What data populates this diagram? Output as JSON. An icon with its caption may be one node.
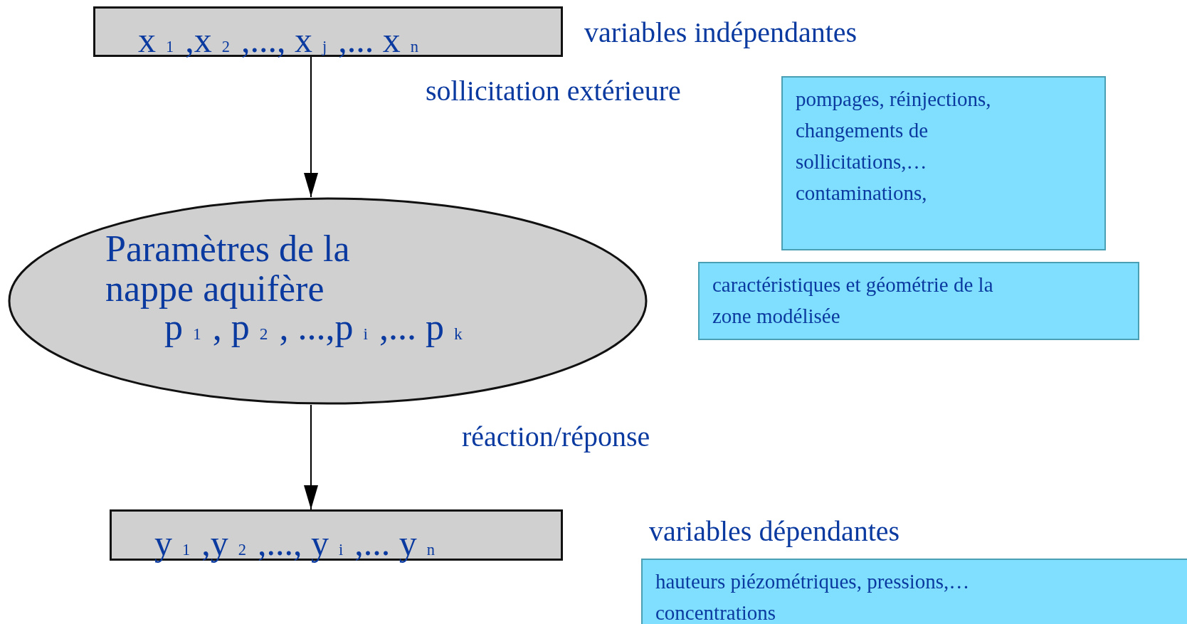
{
  "diagram": {
    "nodes": [
      {
        "text": [
          "x$_{1}$,x$_{2}$,...,  x$_{j}$,...  x$_{n}$"
        ]
      },
      {
        "text": [
          "Paramètres de la nappe aquifère",
          "p$_{1}$, p$_{2}$, ...,p$_{i}$,...  p$_{k}$"
        ]
      },
      {
        "text": [
          "y$_{1}$,y$_{2}$,...,  y$_{i}$,...  y$_{n}$"
        ]
      },
      {
        "text": [
          "pompages, réinjections, changements de sollicitations,… contaminations,"
        ]
      },
      {
        "text": [
          "caractéristiques et géométrie de la zone modélisée"
        ]
      },
      {
        "text": [
          "hauteurs piézométriques, pressions,… concentrations"
        ]
      }
    ],
    "edges": [
      {
        "from": 0,
        "to": 1,
        "arrow": "to"
      },
      {
        "from": 1,
        "to": 2,
        "arrow": "to"
      }
    ],
    "labels": [
      "variables indépendantes",
      "sollicitation extérieure",
      "réaction/réponse",
      "variables dépendantes"
    ]
  }
}
